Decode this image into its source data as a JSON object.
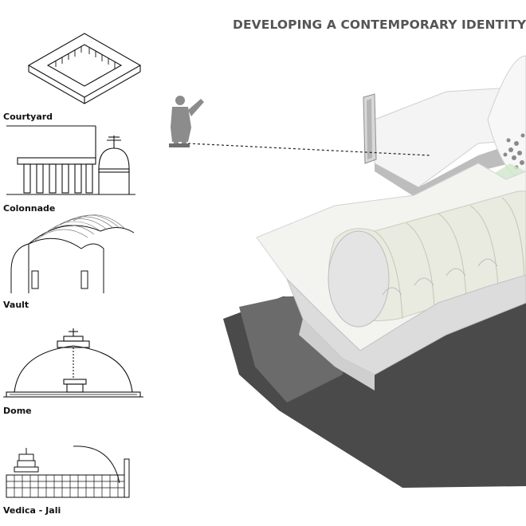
{
  "title": "DEVELOPING A CONTEMPORARY IDENTITY",
  "elements": [
    {
      "label": "Courtyard"
    },
    {
      "label": "Colonnade"
    },
    {
      "label": "Vault"
    },
    {
      "label": "Dome"
    },
    {
      "label": "Vedica - Jali"
    }
  ],
  "colors": {
    "title": "#555555",
    "label": "#111111",
    "shadow": "#4a4a4a",
    "canopy": "#e9eadf",
    "roof": "#f2f2f2",
    "planting": "#cfe6c9"
  },
  "icons": [
    "statue-icon",
    "courtyard-icon",
    "colonnade-icon",
    "vault-icon",
    "dome-icon",
    "vedica-jali-icon"
  ]
}
